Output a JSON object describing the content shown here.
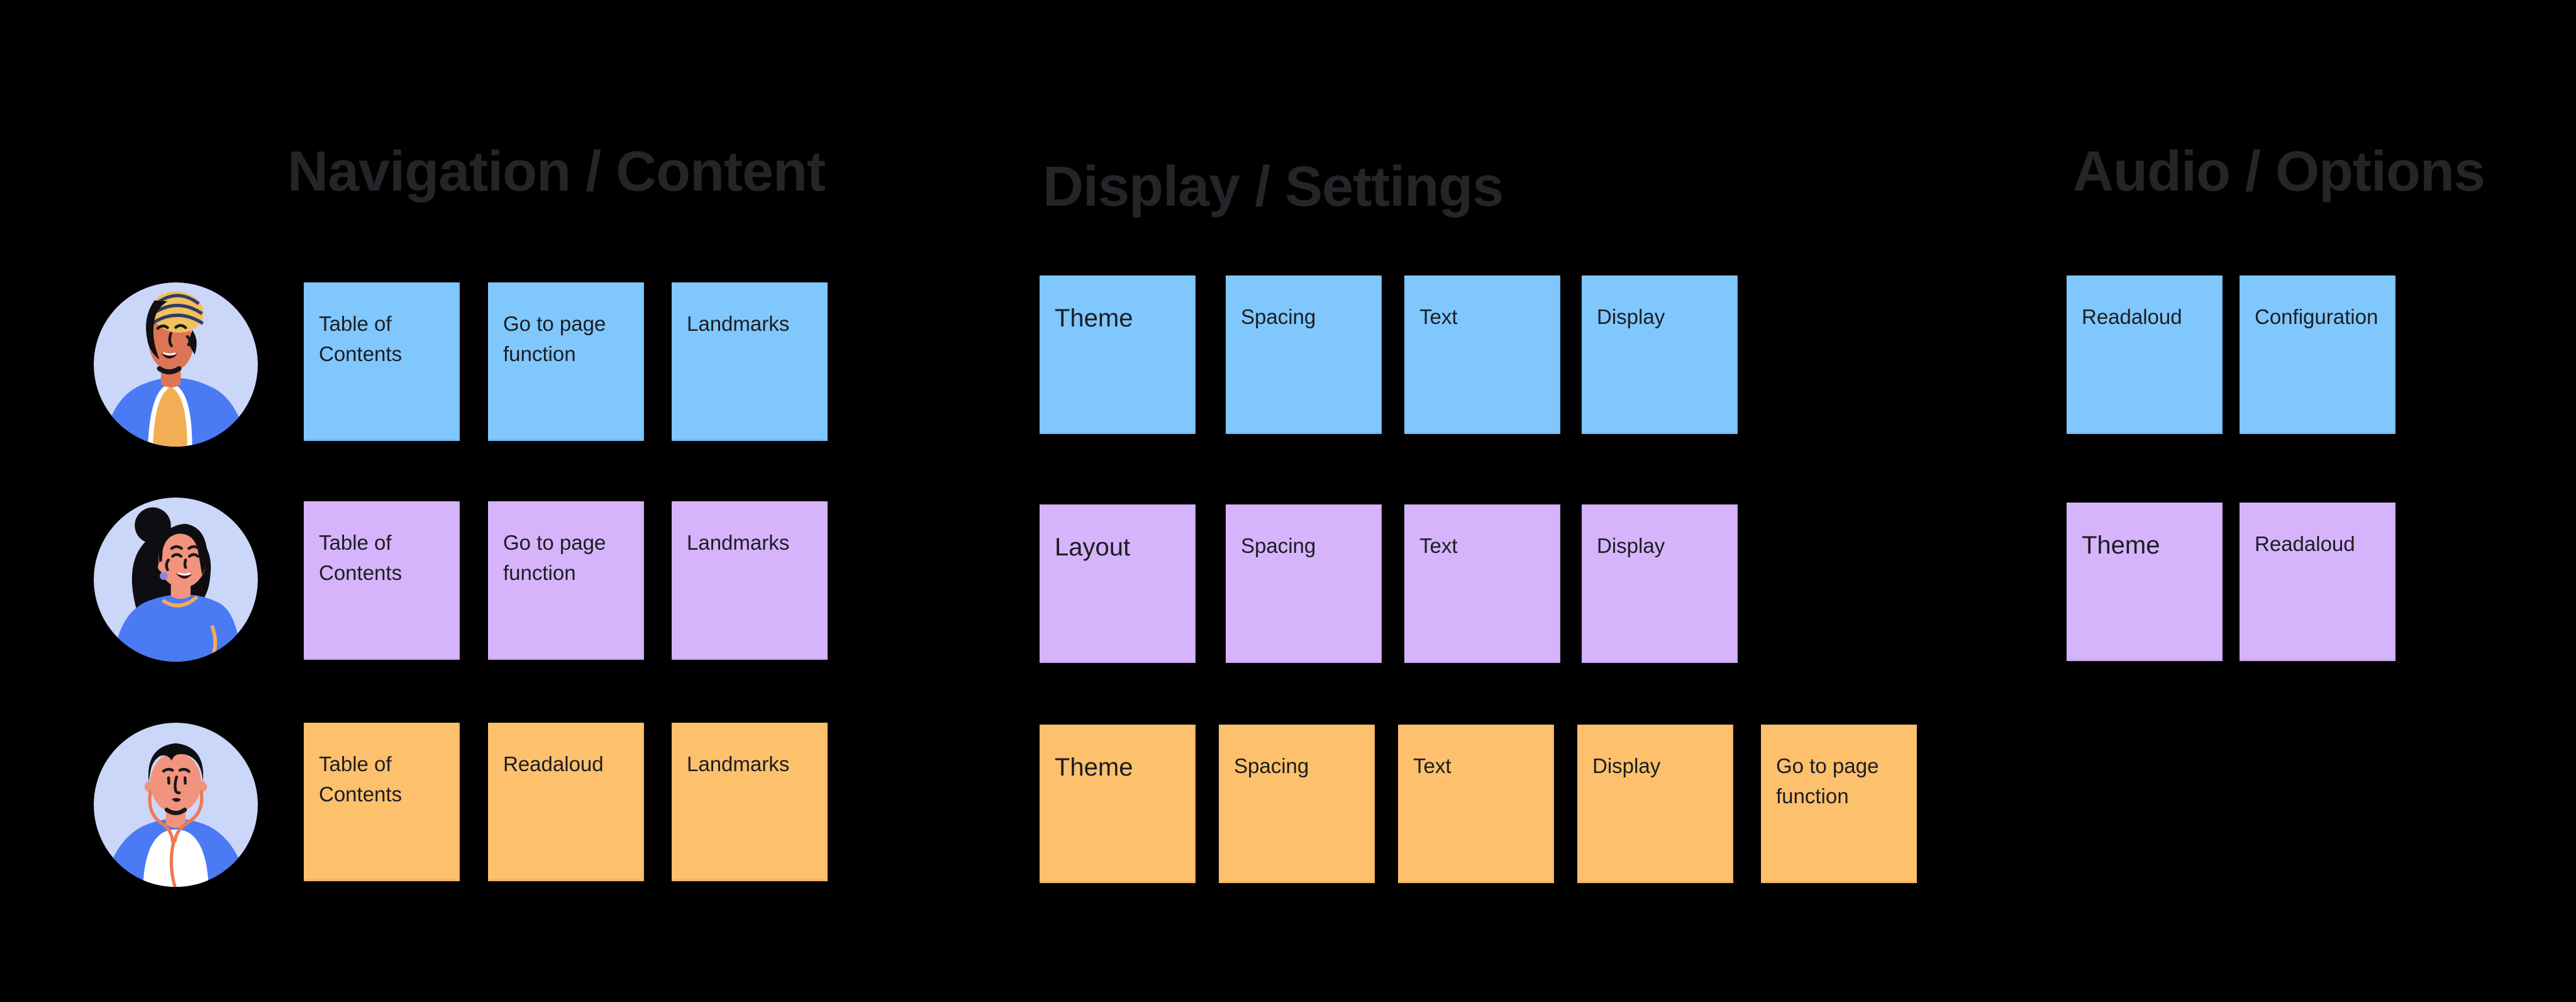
{
  "canvas": {
    "background": "#000000",
    "header_text_color": "#242528",
    "note_text_color": "#1B1D22",
    "avatar_circle_color": "#CBD7F8"
  },
  "headers": [
    {
      "id": "navigation-content",
      "label": "Navigation / Content"
    },
    {
      "id": "display-settings",
      "label": "Display / Settings"
    },
    {
      "id": "audio-options",
      "label": "Audio / Options"
    }
  ],
  "rows": [
    {
      "participant": "man-with-turban-avatar",
      "color": "#80C7FE",
      "groups": [
        [
          {
            "label": "Table of Contents"
          },
          {
            "label": "Go to page function"
          },
          {
            "label": "Landmarks"
          }
        ],
        [
          {
            "label": "Theme",
            "large": true
          },
          {
            "label": "Spacing"
          },
          {
            "label": "Text"
          },
          {
            "label": "Display"
          }
        ],
        [
          {
            "label": "Readaloud"
          },
          {
            "label": "Configuration"
          }
        ]
      ]
    },
    {
      "participant": "woman-with-bun-avatar",
      "color": "#D6B4FB",
      "groups": [
        [
          {
            "label": "Table of Contents"
          },
          {
            "label": "Go to page function"
          },
          {
            "label": "Landmarks"
          }
        ],
        [
          {
            "label": "Layout",
            "large": true
          },
          {
            "label": "Spacing"
          },
          {
            "label": "Text"
          },
          {
            "label": "Display"
          }
        ],
        [
          {
            "label": "Theme",
            "large": true
          },
          {
            "label": "Readaloud"
          }
        ]
      ]
    },
    {
      "participant": "man-with-earphones-avatar",
      "color": "#FDC06C",
      "groups": [
        [
          {
            "label": "Table of Contents"
          },
          {
            "label": "Readaloud"
          },
          {
            "label": "Landmarks"
          }
        ],
        [
          {
            "label": "Theme",
            "large": true
          },
          {
            "label": "Spacing"
          },
          {
            "label": "Text"
          },
          {
            "label": "Display"
          },
          {
            "label": "Go to page function"
          }
        ],
        []
      ]
    }
  ]
}
